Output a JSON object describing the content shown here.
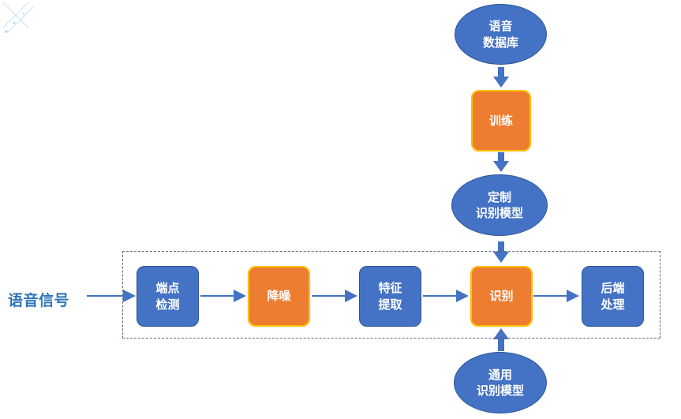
{
  "title": "",
  "input_signal": "语音信号",
  "nodes": {
    "voice_database": "语音\n数据库",
    "training": "训练",
    "custom_model": "定制\n识别模型",
    "endpoint_detection": "端点\n检测",
    "noise_reduction": "降噪",
    "feature_extraction": "特征\n提取",
    "recognition": "识别",
    "post_processing": "后端\n处理",
    "general_model": "通用\n识别模型"
  },
  "colors": {
    "primary": "#4472c4",
    "primary_border": "#2f5597",
    "accent": "#ed7d31",
    "accent_border": "#ffc000",
    "text_signal": "#2e75b6",
    "connector": "#4472c4",
    "frame": "#5d6b78"
  }
}
